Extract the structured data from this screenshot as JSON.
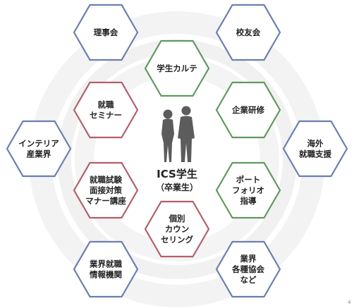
{
  "diagram": {
    "center": {
      "title": "ICS学生",
      "subtitle": "（卒業生）"
    },
    "nodes": [
      {
        "id": "rijikai",
        "lines": [
          "理事会"
        ],
        "color": "blue"
      },
      {
        "id": "koyukai",
        "lines": [
          "校友会"
        ],
        "color": "blue"
      },
      {
        "id": "karute",
        "lines": [
          "学生カルテ"
        ],
        "color": "green"
      },
      {
        "id": "seminar",
        "lines": [
          "就職",
          "セミナー"
        ],
        "color": "red"
      },
      {
        "id": "kigyo",
        "lines": [
          "企業研修"
        ],
        "color": "green"
      },
      {
        "id": "interior",
        "lines": [
          "インテリア",
          "産業界"
        ],
        "color": "blue"
      },
      {
        "id": "kaigai",
        "lines": [
          "海外",
          "就職支援"
        ],
        "color": "blue"
      },
      {
        "id": "shiken",
        "lines": [
          "就職試験",
          "面接対策",
          "マナー講座"
        ],
        "color": "red"
      },
      {
        "id": "portfolio",
        "lines": [
          "ポート",
          "フォリオ",
          "指導"
        ],
        "color": "green"
      },
      {
        "id": "counseling",
        "lines": [
          "個別",
          "カウン",
          "セリング"
        ],
        "color": "red"
      },
      {
        "id": "gyokai-kikan",
        "lines": [
          "業界就職",
          "情報機関"
        ],
        "color": "blue"
      },
      {
        "id": "kyokai",
        "lines": [
          "業界",
          "各種協会",
          "など"
        ],
        "color": "blue"
      }
    ],
    "colors": {
      "blue": "#6a7fb0",
      "green": "#5f9a5f",
      "red": "#b35f6b",
      "ring": "#e9e9e9",
      "silhouette": "#5c5c5c"
    },
    "corner_mark": "4"
  }
}
